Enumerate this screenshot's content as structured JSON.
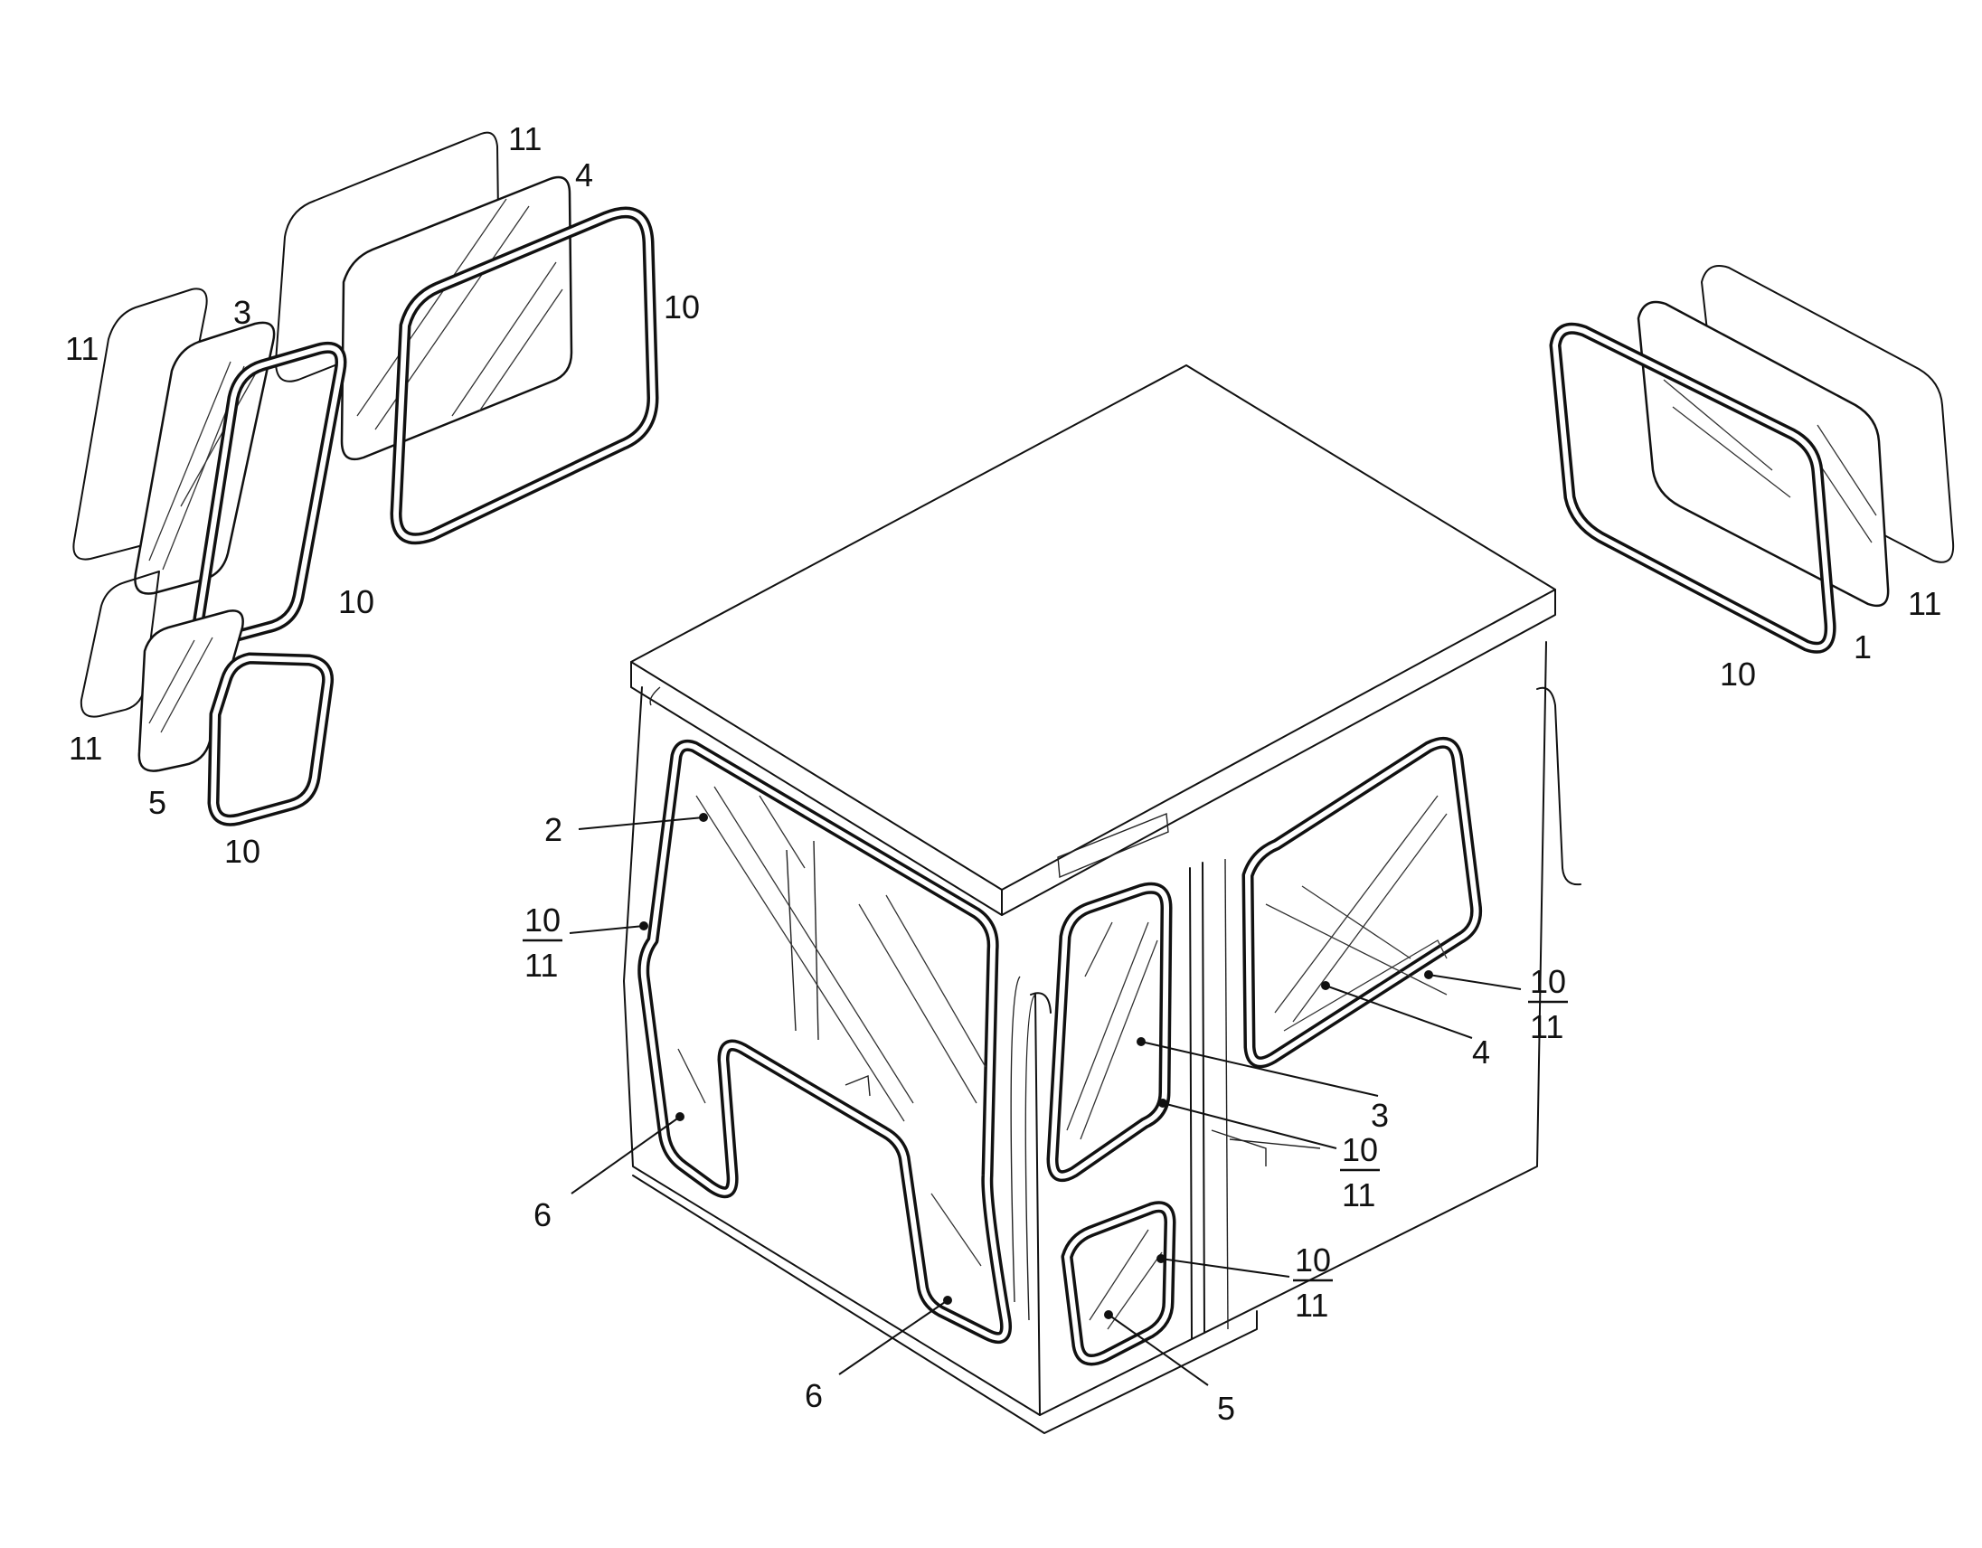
{
  "callouts": {
    "topleft": {
      "seal_large": "11",
      "glass_large": "4",
      "gasket_large": "10",
      "seal_mid": "11",
      "glass_mid": "3",
      "gasket_mid": "10",
      "seal_small": "11",
      "glass_small": "5",
      "gasket_small": "10"
    },
    "topright": {
      "gasket": "10",
      "glass": "1",
      "seal": "11"
    },
    "cab": {
      "front_glass": "2",
      "front_frac_num": "10",
      "front_frac_den": "11",
      "lower_left": "6",
      "lower_mid": "6",
      "side_glass": "3",
      "side_frac_num": "10",
      "side_frac_den": "11",
      "rear_glass": "4",
      "rear_frac_num": "10",
      "rear_frac_den": "11",
      "small_glass": "5",
      "small_frac_num": "10",
      "small_frac_den": "11"
    }
  }
}
